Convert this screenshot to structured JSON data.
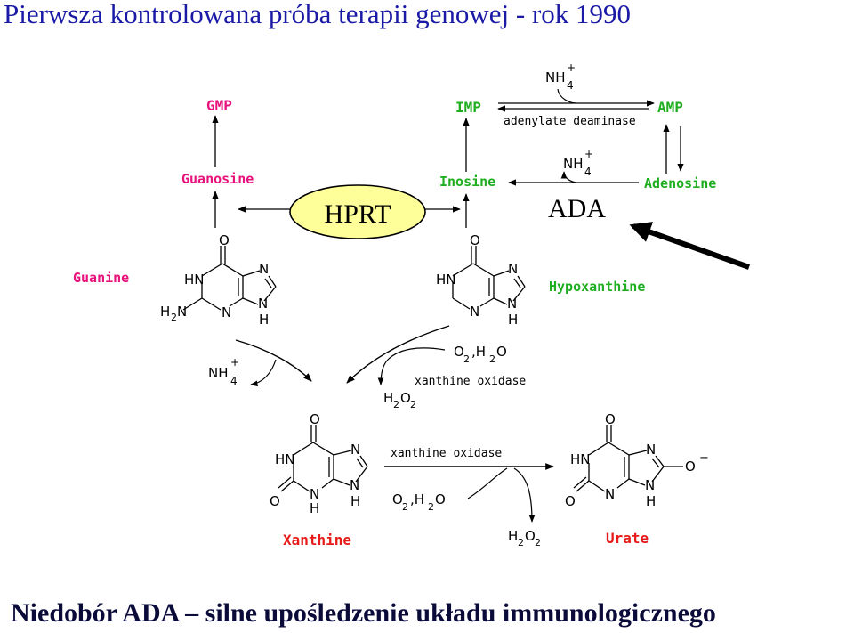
{
  "slide": {
    "title": "Pierwsza kontrolowana próba terapii genowej - rok 1990",
    "caption": "Niedobór ADA – silne upośledzenie układu immunologicznego"
  },
  "compounds": {
    "gmp": "GMP",
    "imp": "IMP",
    "amp": "AMP",
    "guanosine": "Guanosine",
    "inosine": "Inosine",
    "adenosine": "Adenosine",
    "guanine": "Guanine",
    "hypoxanthine": "Hypoxanthine",
    "xanthine": "Xanthine",
    "urate": "Urate"
  },
  "enzymes": {
    "adenylate_deaminase": "adenylate deaminase",
    "xanthine_oxidase_1": "xanthine oxidase",
    "xanthine_oxidase_2": "xanthine oxidase",
    "hprt": "HPRT",
    "ada": "ADA"
  },
  "colors": {
    "guanine_series": "#e8127c",
    "inosine_series": "#1fae1f",
    "xanthine_series": "#e81b1b",
    "hprt_fill": "#ffff99",
    "title": "#1a1aa6"
  },
  "atoms": {
    "o": "O",
    "n": "N",
    "h": "H",
    "hn": "HN",
    "h2n": "H2N",
    "o_minus": "O⁻",
    "nh4": "NH4+",
    "o2_h2o": "O2,H2O",
    "h2o2": "H2O2"
  }
}
